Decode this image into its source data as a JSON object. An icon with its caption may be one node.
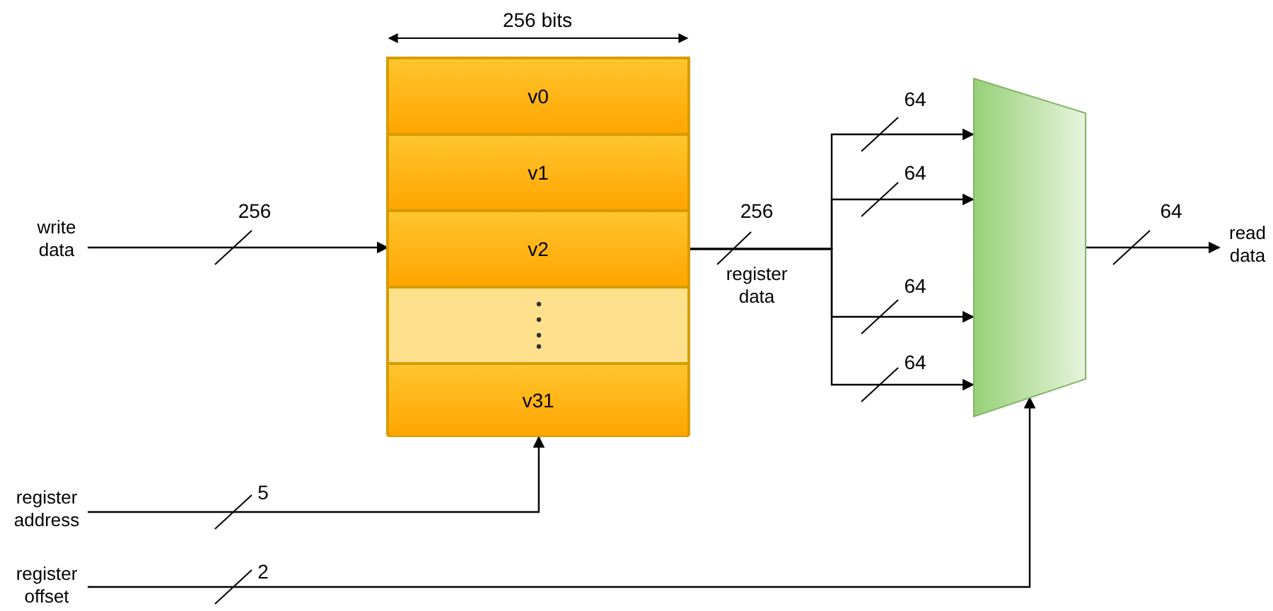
{
  "diagram": {
    "nodes": [
      {
        "text": [
          "write data"
        ]
      },
      {
        "text": [],
        "shape": "box"
      },
      {
        "text": [
          "v0"
        ],
        "in": 1
      },
      {
        "text": [
          "v1"
        ],
        "in": 1
      },
      {
        "text": [
          "v2"
        ],
        "in": 1
      },
      {
        "text": [],
        "shape": "box",
        "in": 1
      },
      {
        "text": [
          "v31"
        ],
        "in": 1
      },
      {
        "text": [],
        "shape": "trapezoid"
      },
      {
        "text": [
          "read data"
        ]
      },
      {
        "text": [
          "register address"
        ]
      },
      {
        "text": [
          "register offset"
        ]
      }
    ],
    "edges": [
      {
        "from": 0,
        "to": 4,
        "arrow": "to",
        "label": "256"
      },
      {
        "from": 9,
        "to": 6,
        "arrow": "to",
        "label": "5"
      },
      {
        "from": 4,
        "to": 7,
        "arrow": "to",
        "label": "64"
      },
      {
        "from": 4,
        "to": 7,
        "arrow": "to",
        "label": "64"
      },
      {
        "from": 4,
        "to": 7,
        "arrow": "to",
        "label": "64"
      },
      {
        "from": 4,
        "to": 7,
        "arrow": "to",
        "label": "64"
      },
      {
        "from": 7,
        "to": 8,
        "arrow": "to",
        "label": "64"
      },
      {
        "from": 10,
        "to": 7,
        "arrow": "to",
        "label": "2"
      }
    ],
    "labels": [
      "256 bits",
      "256",
      "register data"
    ]
  }
}
